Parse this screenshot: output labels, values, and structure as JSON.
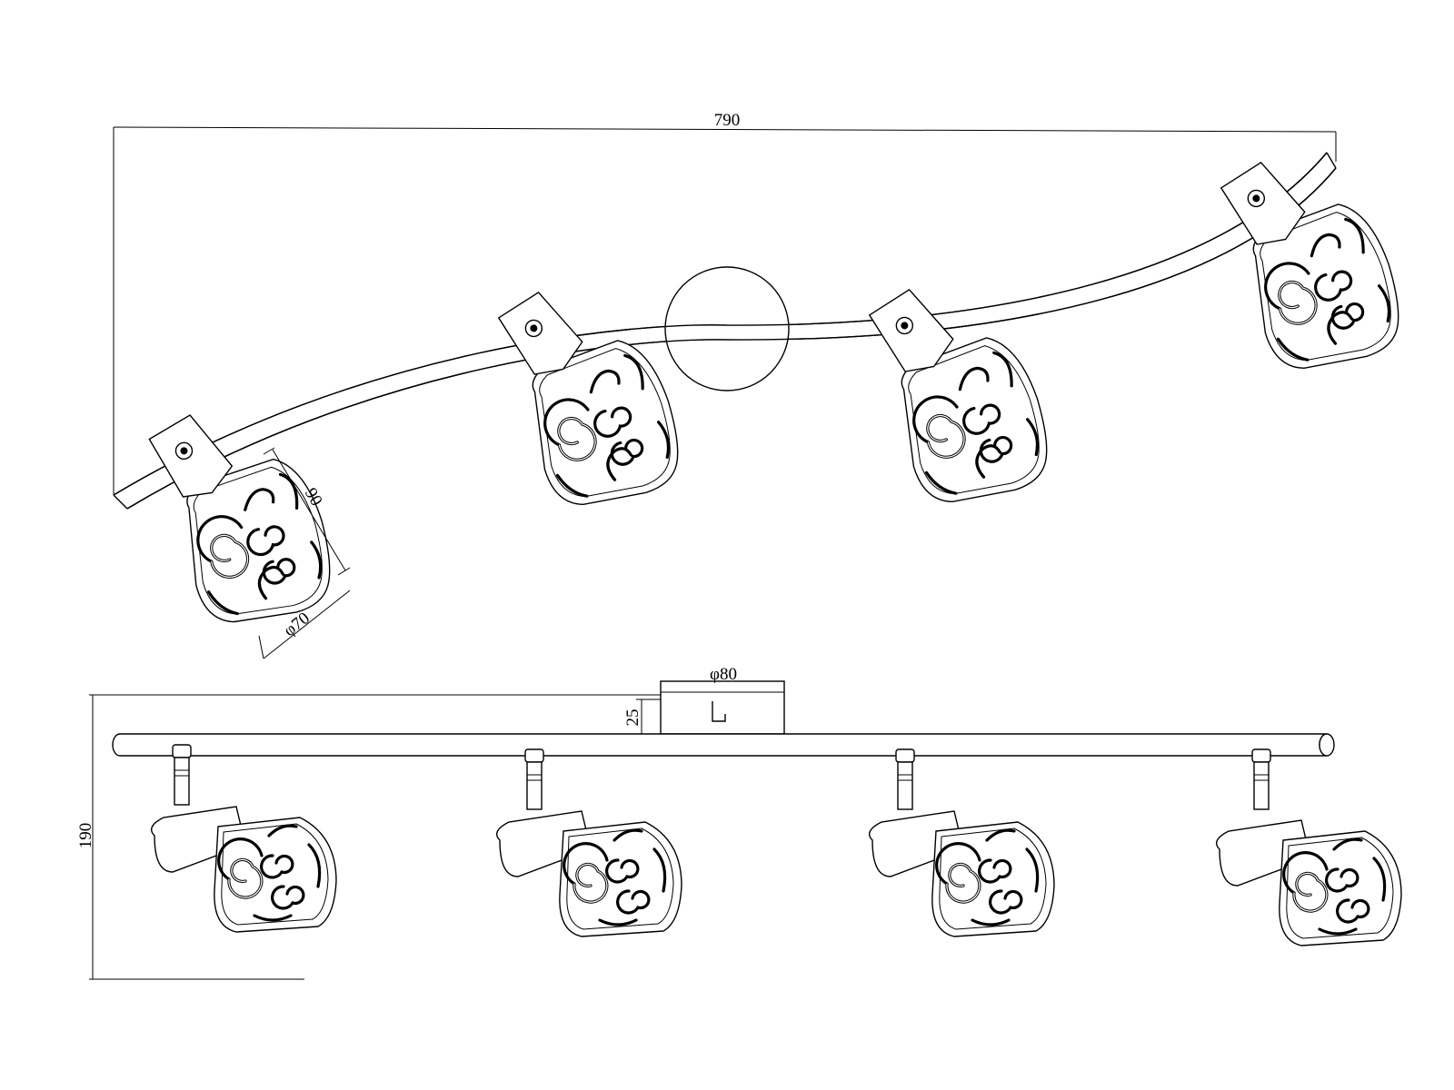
{
  "dimensions": {
    "overall_length": "790",
    "shade_length": "90",
    "shade_diameter": "φ70",
    "canopy_diameter": "φ80",
    "canopy_height": "25",
    "overall_height": "190"
  },
  "views": {
    "top": {
      "spotlight_count": 4
    },
    "side": {
      "spotlight_count": 4
    }
  }
}
